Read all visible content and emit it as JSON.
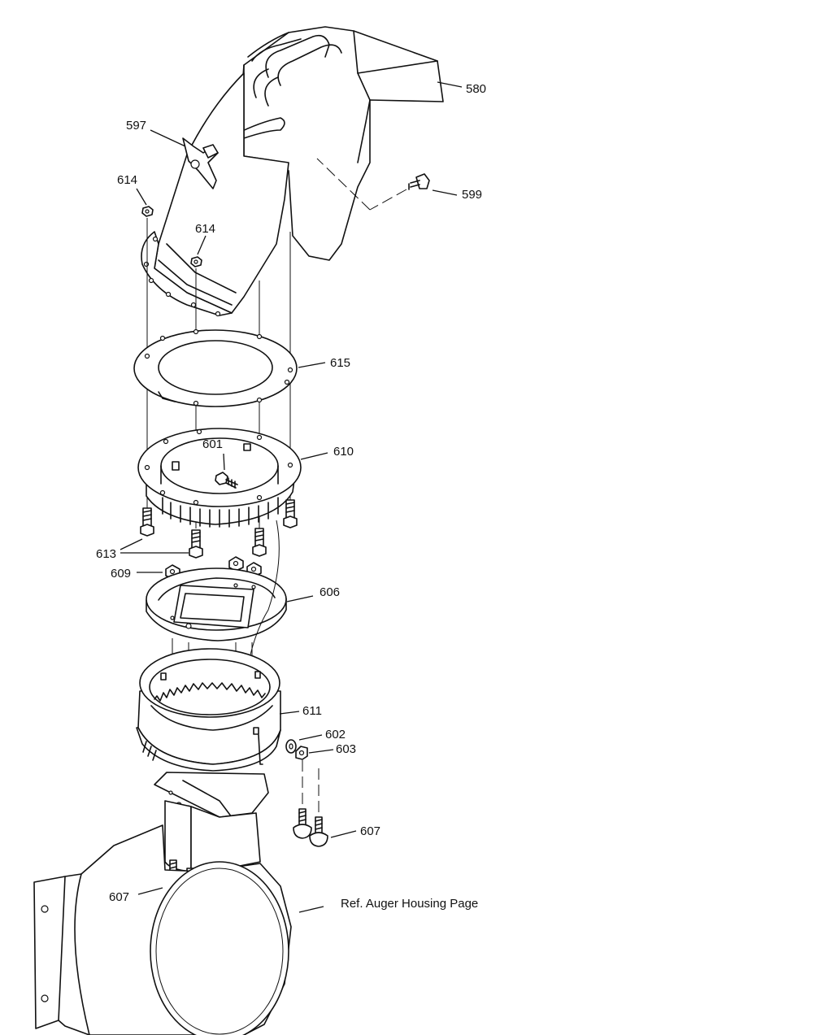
{
  "callouts": {
    "c580": "580",
    "c597": "597",
    "c599": "599",
    "c614a": "614",
    "c614b": "614",
    "c615": "615",
    "c601": "601",
    "c610": "610",
    "c613": "613",
    "c609": "609",
    "c606": "606",
    "c611": "611",
    "c602": "602",
    "c603": "603",
    "c607a": "607",
    "c607b": "607"
  },
  "reference_note": "Ref. Auger Housing Page"
}
